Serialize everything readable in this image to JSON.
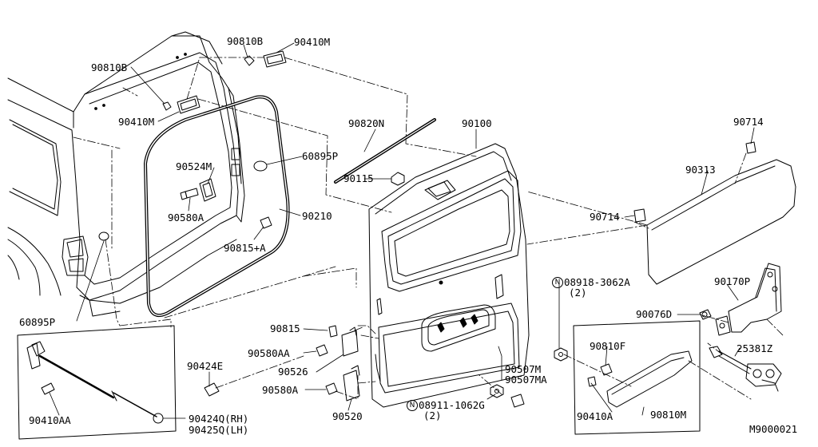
{
  "diagram": {
    "code": "M9000021",
    "note_symbol": "N",
    "labels": {
      "p90810B_top": "90810B",
      "p90410M_top": "90410M",
      "p90810B_left": "90810B",
      "p90410M_left": "90410M",
      "p90820N": "90820N",
      "p90100": "90100",
      "p90714_top": "90714",
      "p60895P_upper": "60895P",
      "p90524M": "90524M",
      "p90115": "90115",
      "p90313": "90313",
      "p90580A_upper": "90580A",
      "p90210": "90210",
      "p90714_left": "90714",
      "p90815A": "90815+A",
      "p08918": "08918-3062A",
      "p08918_qty": "(2)",
      "p90170P": "90170P",
      "p60895P_lower": "60895P",
      "p90076D": "90076D",
      "p90815": "90815",
      "p90580AA": "90580AA",
      "p90810F": "90810F",
      "p25381Z": "25381Z",
      "p90424E": "90424E",
      "p90526": "90526",
      "p90507M": "90507M",
      "p90507MA": "90507MA",
      "p90580A_lower": "90580A",
      "p08911": "08911-1062G",
      "p08911_qty": "(2)",
      "p90410AA": "90410AA",
      "p90520": "90520",
      "p90410A": "90410A",
      "p90810M": "90810M",
      "p90424Q": "90424Q(RH)",
      "p90425Q": "90425Q(LH)"
    }
  }
}
